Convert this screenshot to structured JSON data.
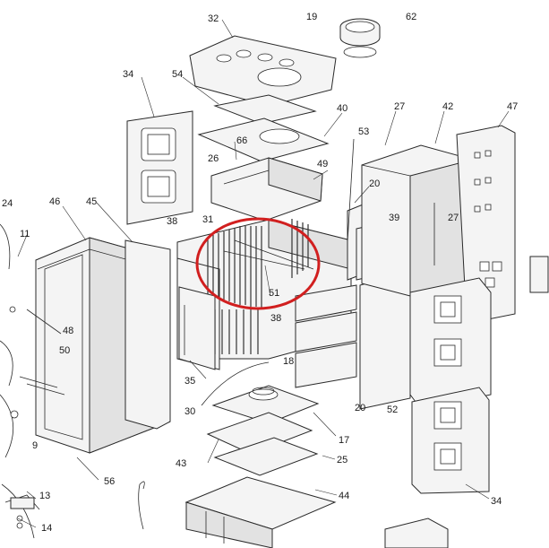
{
  "colors": {
    "highlight": "#d11f1f",
    "line": "#2a2a2a"
  },
  "labels": {
    "p24": "24",
    "p11": "11",
    "p46": "46",
    "p45": "45",
    "p48": "48",
    "p50": "50",
    "p9": "9",
    "p56": "56",
    "p13": "13",
    "p14": "14",
    "p34a": "34",
    "p32": "32",
    "p19": "19",
    "p62": "62",
    "p54": "54",
    "p40": "40",
    "p66": "66",
    "p26": "26",
    "p49": "49",
    "p38a": "38",
    "p31": "31",
    "p20a": "20",
    "p53": "53",
    "p27a": "27",
    "p42": "42",
    "p47": "47",
    "p39": "39",
    "p27b": "27",
    "p51": "51",
    "p38b": "38",
    "p35": "35",
    "p18": "18",
    "p30": "30",
    "p43": "43",
    "p17": "17",
    "p25": "25",
    "p20b": "20",
    "p52": "52",
    "p44": "44",
    "p34b": "34"
  }
}
